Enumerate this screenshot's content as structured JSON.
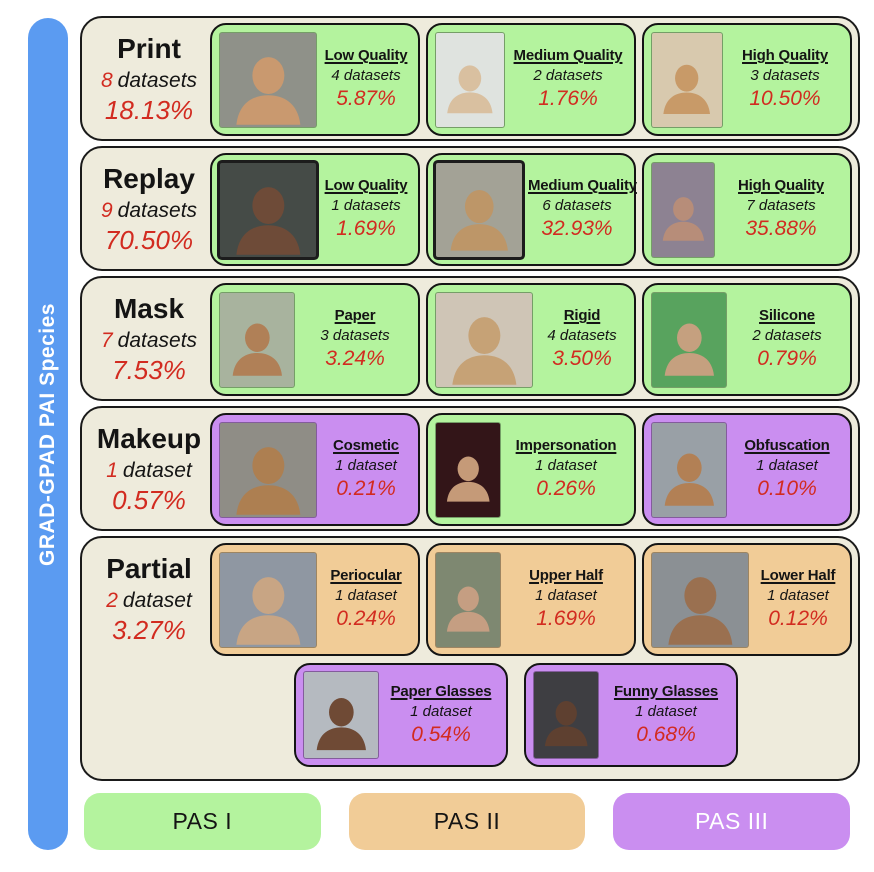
{
  "sidebar": {
    "label": "GRAD-GPAD PAI Species",
    "style": "background:#5b9bf1"
  },
  "colors": {
    "pas_i_green": "#b4f39e",
    "pas_ii_tan": "#f1cc97",
    "pas_iii_purple": "#ca8ef0",
    "row_background": "#eeebdc",
    "sidebar_blue": "#5b9bf1",
    "percent_red": "#d22b20",
    "border_black": "#141414"
  },
  "rows": [
    {
      "title": "Print",
      "count": "8",
      "count_label": "datasets",
      "pct": "18.13%",
      "cards": [
        {
          "title": "Low Quality",
          "count": "4 datasets",
          "pct": "5.87%",
          "pas": "PAS I",
          "style": "background:#b4f39e",
          "photo_style": "width:96px;background:#8f9189;--skin:#c9996f"
        },
        {
          "title": "Medium Quality",
          "count": "2 datasets",
          "pct": "1.76%",
          "pas": "PAS I",
          "style": "background:#b4f39e",
          "photo_style": "width:68px;background:#dfe3df;--skin:#d9c0a0"
        },
        {
          "title": "High Quality",
          "count": "3 datasets",
          "pct": "10.50%",
          "pas": "PAS I",
          "style": "background:#b4f39e",
          "photo_style": "width:70px;background:#d8c9ae;--skin:#c89a68"
        }
      ]
    },
    {
      "title": "Replay",
      "count": "9",
      "count_label": "datasets",
      "pct": "70.50%",
      "cards": [
        {
          "title": "Low Quality",
          "count": "1 datasets",
          "pct": "1.69%",
          "pas": "PAS I",
          "style": "background:#b4f39e",
          "photo_style": "width:96px;background:#454b47;--skin:#6e4b38;box-shadow:0 0 0 3px #1c1c1c"
        },
        {
          "title": "Medium Quality",
          "count": "6 datasets",
          "pct": "32.93%",
          "pas": "PAS I",
          "style": "background:#b4f39e",
          "photo_style": "width:86px;background:#a3a296;--skin:#bd9668;box-shadow:0 0 0 3px #1c1c1c"
        },
        {
          "title": "High Quality",
          "count": "7 datasets",
          "pct": "35.88%",
          "pas": "PAS I",
          "style": "background:#b4f39e",
          "photo_style": "width:62px;background:#8d8292;--skin:#b78d79"
        }
      ]
    },
    {
      "title": "Mask",
      "count": "7",
      "count_label": "datasets",
      "pct": "7.53%",
      "cards": [
        {
          "title": "Paper",
          "count": "3 datasets",
          "pct": "3.24%",
          "pas": "PAS I",
          "style": "background:#b4f39e",
          "photo_style": "width:74px;background:#a8b39e;--skin:#b08057"
        },
        {
          "title": "Rigid",
          "count": "4 datasets",
          "pct": "3.50%",
          "pas": "PAS I",
          "style": "background:#b4f39e",
          "photo_style": "width:96px;background:#cfc5b6;--skin:#c6a276"
        },
        {
          "title": "Silicone",
          "count": "2 datasets",
          "pct": "0.79%",
          "pas": "PAS I",
          "style": "background:#b4f39e",
          "photo_style": "width:74px;background:#58a35e;--skin:#c5a07f"
        }
      ]
    },
    {
      "title": "Makeup",
      "count": "1",
      "count_label": "dataset",
      "pct": "0.57%",
      "cards": [
        {
          "title": "Cosmetic",
          "count": "1 dataset",
          "pct": "0.21%",
          "pas": "PAS III",
          "style": "background:#ca8ef0",
          "photo_style": "width:96px;background:#8f8d86;--skin:#ad7f51"
        },
        {
          "title": "Impersonation",
          "count": "1 dataset",
          "pct": "0.26%",
          "pas": "PAS I",
          "style": "background:#b4f39e",
          "photo_style": "width:64px;background:#331518;--skin:#c59a78"
        },
        {
          "title": "Obfuscation",
          "count": "1 dataset",
          "pct": "0.10%",
          "pas": "PAS III",
          "style": "background:#ca8ef0",
          "photo_style": "width:74px;background:#99a0a6;--skin:#b28055"
        }
      ]
    },
    {
      "title": "Partial",
      "count": "2",
      "count_label": "dataset",
      "pct": "3.27%",
      "cards": [
        {
          "title": "Periocular",
          "count": "1 dataset",
          "pct": "0.24%",
          "pas": "PAS II",
          "style": "background:#f1cc97",
          "photo_style": "width:96px;background:#8f97a2;--skin:#c8a584"
        },
        {
          "title": "Upper Half",
          "count": "1 dataset",
          "pct": "1.69%",
          "pas": "PAS II",
          "style": "background:#f1cc97",
          "photo_style": "width:64px;background:#7e8871;--skin:#c59e82"
        },
        {
          "title": "Lower Half",
          "count": "1 dataset",
          "pct": "0.12%",
          "pas": "PAS II",
          "style": "background:#f1cc97",
          "photo_style": "width:96px;background:#8b9094;--skin:#9a7050"
        }
      ],
      "extra_cards": [
        {
          "title": "Paper Glasses",
          "count": "1 dataset",
          "pct": "0.54%",
          "pas": "PAS III",
          "style": "background:#ca8ef0",
          "photo_style": "width:74px;background:#b5bac0;--skin:#6f4a35"
        },
        {
          "title": "Funny Glasses",
          "count": "1 dataset",
          "pct": "0.68%",
          "pas": "PAS III",
          "style": "background:#ca8ef0",
          "photo_style": "width:64px;background:#3e3e42;--skin:#5e4030"
        }
      ]
    }
  ],
  "legend": {
    "items": [
      {
        "label": "PAS I",
        "style": "background:#b4f39e;color:#141414"
      },
      {
        "label": "PAS II",
        "style": "background:#f1cc97;color:#141414"
      },
      {
        "label": "PAS III",
        "style": "background:#ca8ef0;color:#ffffff"
      }
    ]
  }
}
